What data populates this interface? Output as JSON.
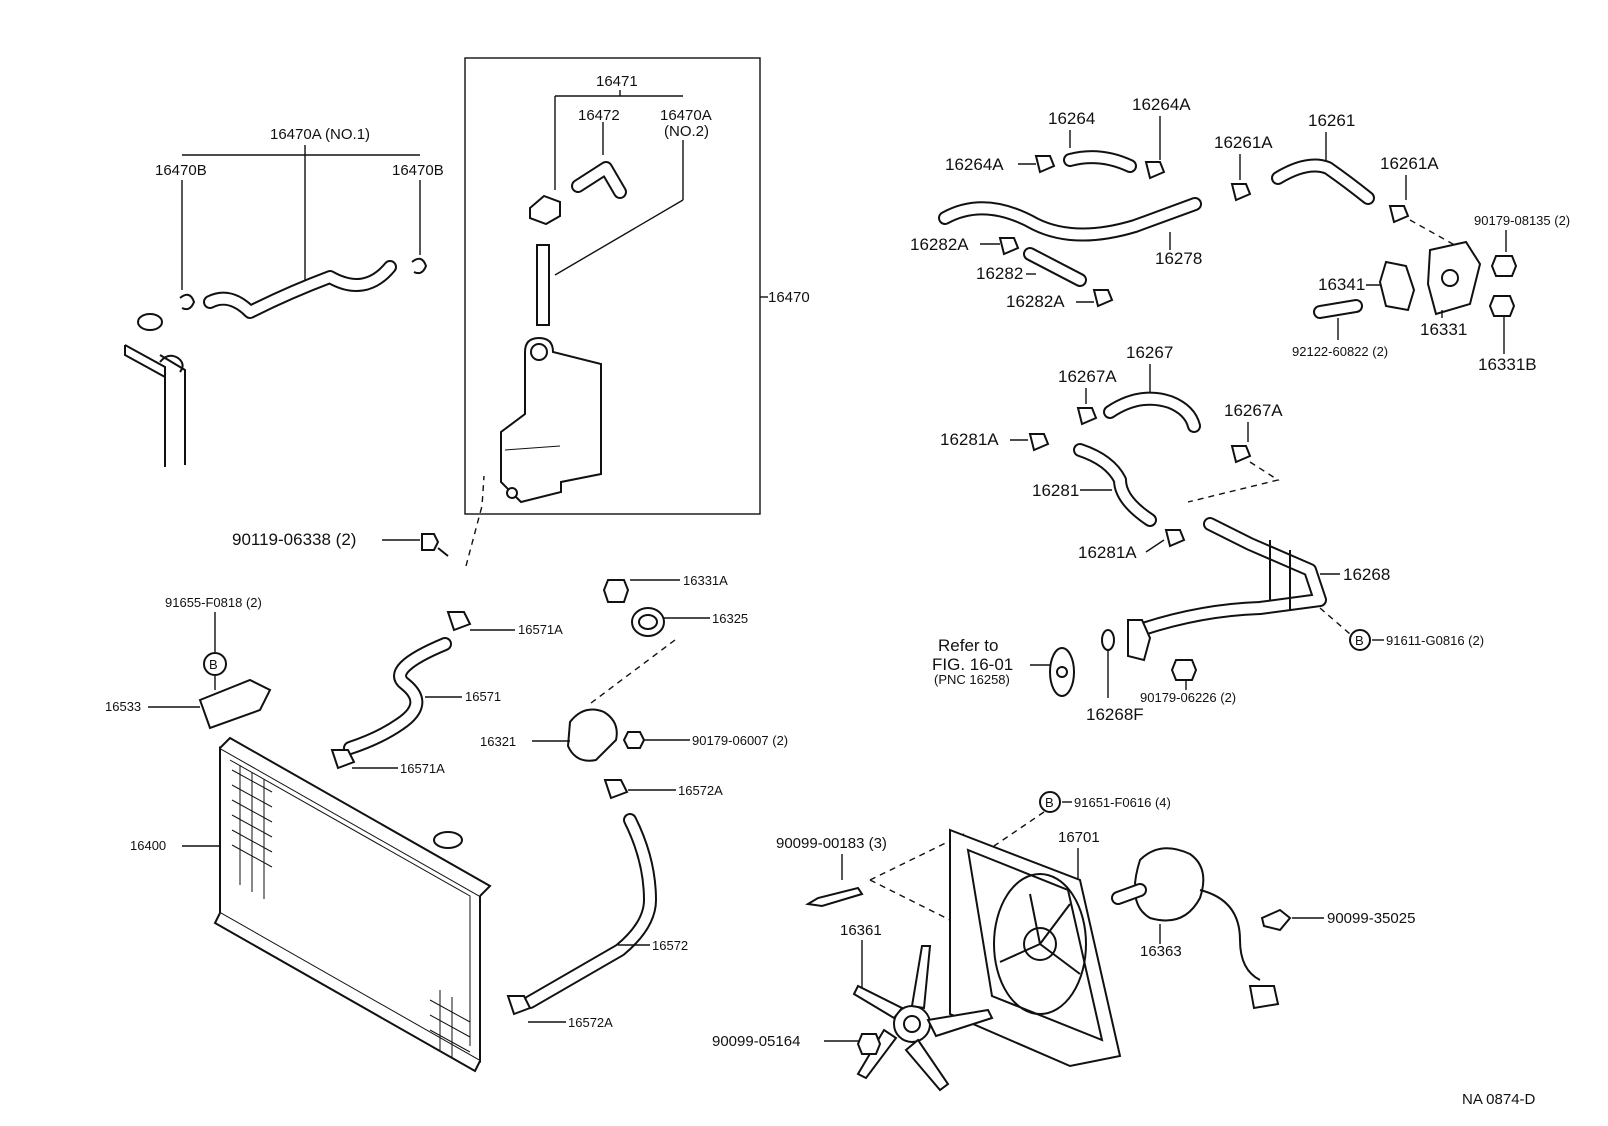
{
  "diagram_id": "NA 0874-D",
  "refer_note": {
    "line1": "Refer to",
    "line2": "FIG. 16-01",
    "line3": "(PNC 16258)"
  },
  "labels": {
    "p16470A_no1": "16470A (NO.1)",
    "p16470B_left": "16470B",
    "p16470B_right": "16470B",
    "p16471": "16471",
    "p16472": "16472",
    "p16470A": "16470A",
    "p16470A_no2": "(NO.2)",
    "p16470": "16470",
    "p90119": "90119-06338 (2)",
    "p91655": "91655-F0818 (2)",
    "p16533": "16533",
    "p16571A_top": "16571A",
    "p16571": "16571",
    "p16571A_bot": "16571A",
    "p16400": "16400",
    "p16331A": "16331A",
    "p16325": "16325",
    "p16321": "16321",
    "p90179_06007": "90179-06007 (2)",
    "p16572A_top": "16572A",
    "p16572": "16572",
    "p16572A_bot": "16572A",
    "p16264": "16264",
    "p16264A_top": "16264A",
    "p16264A_left": "16264A",
    "p16261A_left": "16261A",
    "p16261": "16261",
    "p16261A_right": "16261A",
    "p90179_08135": "90179-08135 (2)",
    "p16282A_top": "16282A",
    "p16282": "16282",
    "p16282A_bot": "16282A",
    "p16278": "16278",
    "p16341": "16341",
    "p16331": "16331",
    "p92122": "92122-60822 (2)",
    "p16331B": "16331B",
    "p16267": "16267",
    "p16267A_left": "16267A",
    "p16267A_right": "16267A",
    "p16281A_top": "16281A",
    "p16281": "16281",
    "p16281A_bot": "16281A",
    "p16268": "16268",
    "p91611": "91611-G0816 (2)",
    "p90179_06226": "90179-06226 (2)",
    "p16268F": "16268F",
    "p91651": "91651-F0616 (4)",
    "p90099_00183": "90099-00183 (3)",
    "p16701": "16701",
    "p16361": "16361",
    "p16363": "16363",
    "p90099_35025": "90099-35025",
    "p90099_05164": "90099-05164",
    "circleB": "B"
  }
}
